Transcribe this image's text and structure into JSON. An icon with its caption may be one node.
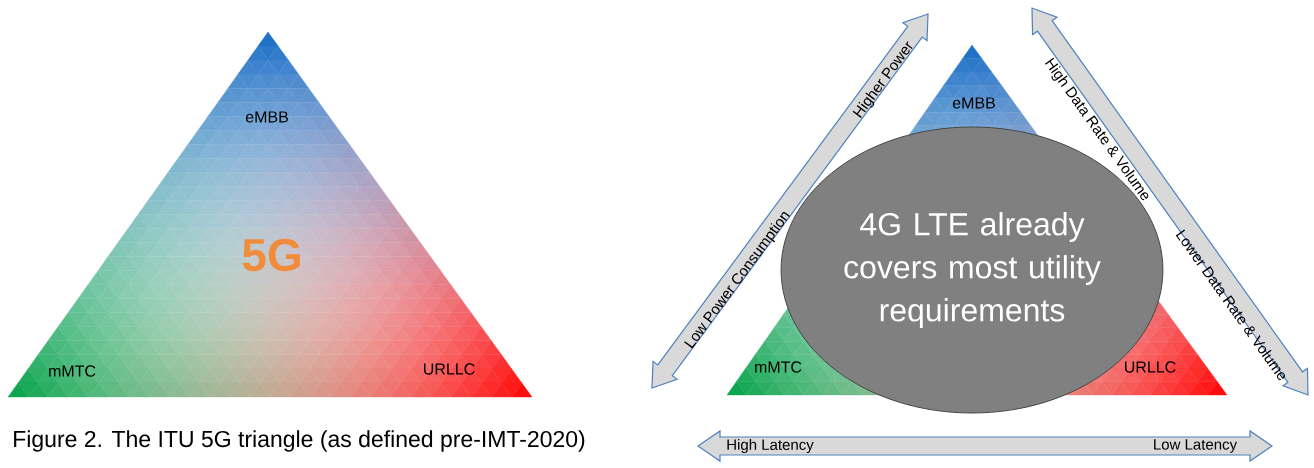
{
  "diagram": {
    "caption": "Figure 2. The ITU 5G triangle (as defined pre-IMT-2020)",
    "nodes": [
      {
        "text": [
          "eMBB",
          "5G",
          "mMTC",
          "URLLC"
        ]
      },
      {
        "text": [
          "eMBB",
          "mMTC",
          "URLLC"
        ]
      },
      {
        "text": [
          "4G LTE already covers most utility requirements"
        ]
      }
    ],
    "labels": [
      "Higher Power",
      "Low Power Consumption",
      "High Data Rate & Volume",
      "Lower Data Rate & Volume",
      "High Latency",
      "Low Latency"
    ]
  }
}
